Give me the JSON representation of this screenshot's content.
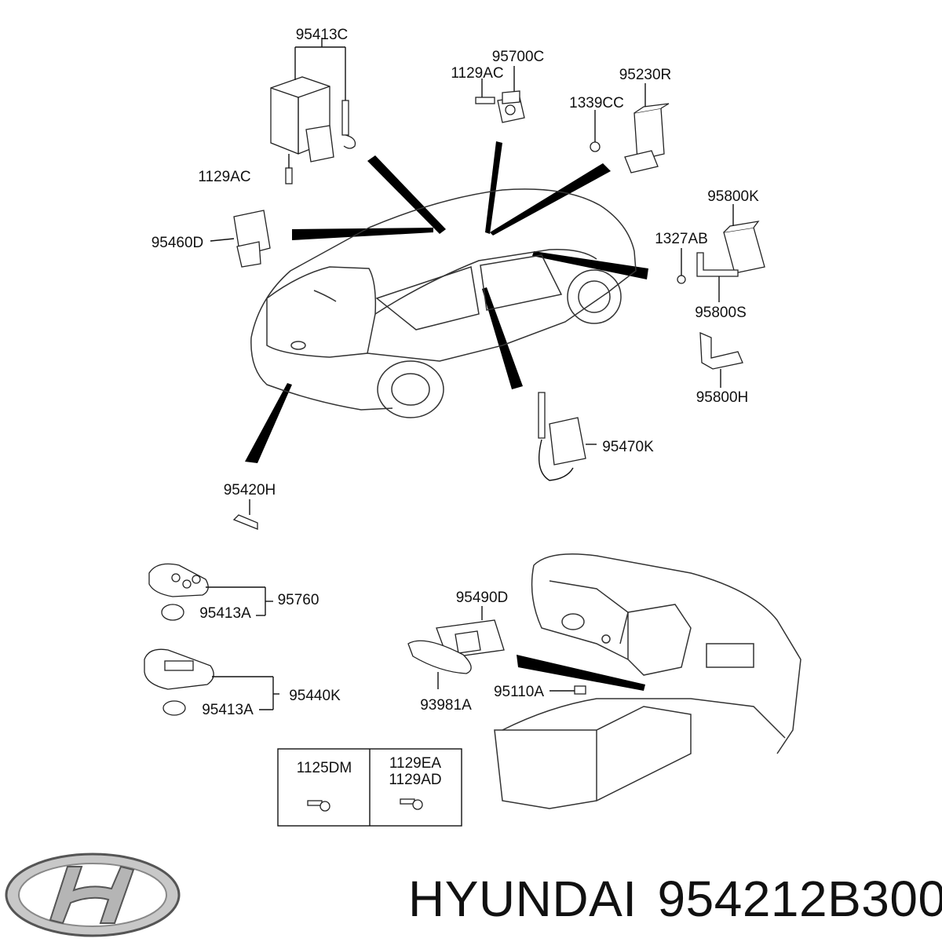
{
  "callouts": {
    "c95413C": "95413C",
    "c95700C": "95700C",
    "c1129AC_top": "1129AC",
    "c95230R": "95230R",
    "c1339CC": "1339CC",
    "c1129AC_left": "1129AC",
    "c95800K": "95800K",
    "c1327AB": "1327AB",
    "c95460D": "95460D",
    "c95800S": "95800S",
    "c95800H": "95800H",
    "c95470K": "95470K",
    "c95420H": "95420H",
    "c95760": "95760",
    "c95413A_1": "95413A",
    "c95490D": "95490D",
    "c95440K": "95440K",
    "c95110A": "95110A",
    "c95413A_2": "95413A",
    "c93981A": "93981A"
  },
  "fastener_table": {
    "col1": "1125DM",
    "col2_line1": "1129EA",
    "col2_line2": "1129AD"
  },
  "footer": {
    "brand": "HYUNDAI",
    "part_number": "954212B300"
  },
  "colors": {
    "line": "#111111",
    "background": "#ffffff"
  }
}
